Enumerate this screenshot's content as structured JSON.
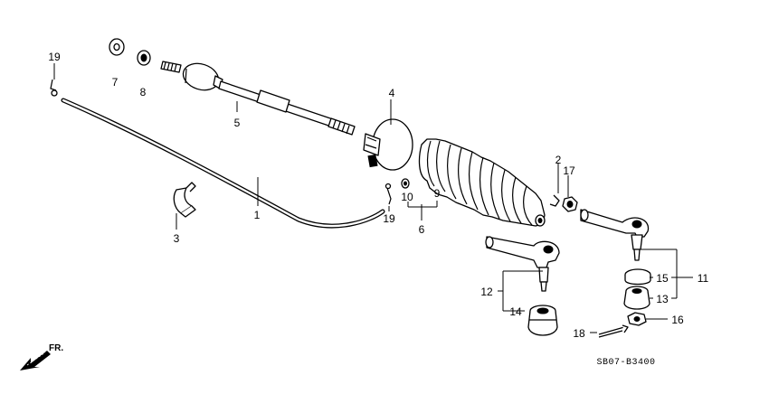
{
  "labels": {
    "p1": "1",
    "p2": "2",
    "p3": "3",
    "p4": "4",
    "p5": "5",
    "p6": "6",
    "p7": "7",
    "p8": "8",
    "p9": "9",
    "p10": "10",
    "p11": "11",
    "p12": "12",
    "p13": "13",
    "p14": "14",
    "p15": "15",
    "p16": "16",
    "p17": "17",
    "p18": "18",
    "p19a": "19",
    "p19b": "19"
  },
  "diagram_code": "SB07-B3400",
  "front_marker": "FR."
}
